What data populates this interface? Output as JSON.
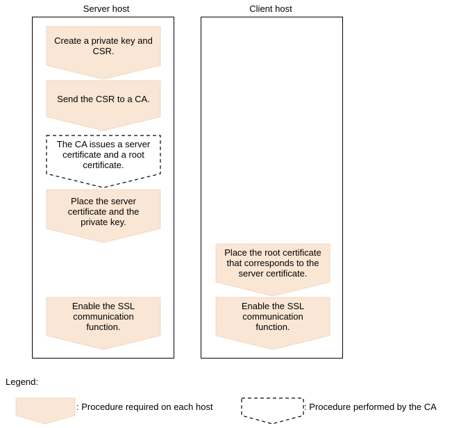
{
  "diagram": {
    "columns": {
      "server": {
        "title": "Server host"
      },
      "client": {
        "title": "Client host"
      }
    },
    "steps": {
      "server_1": "Create a private key and CSR.",
      "server_2": "Send the CSR to a CA.",
      "server_3": "The CA issues a server certificate and a root certificate.",
      "server_4": "Place the server certificate and the private key.",
      "server_5": "Enable the SSL communication function.",
      "client_1": "Place the root certificate that corresponds to the server certificate.",
      "client_2": "Enable the SSL communication function."
    },
    "legend": {
      "title": "Legend:",
      "host_procedure": ": Procedure required on each host",
      "ca_procedure": ": Procedure performed by the CA"
    },
    "colors": {
      "host_step_fill": "#fae6d4",
      "host_step_stroke": "#f2d8c0",
      "ca_step_stroke": "#000000"
    }
  }
}
